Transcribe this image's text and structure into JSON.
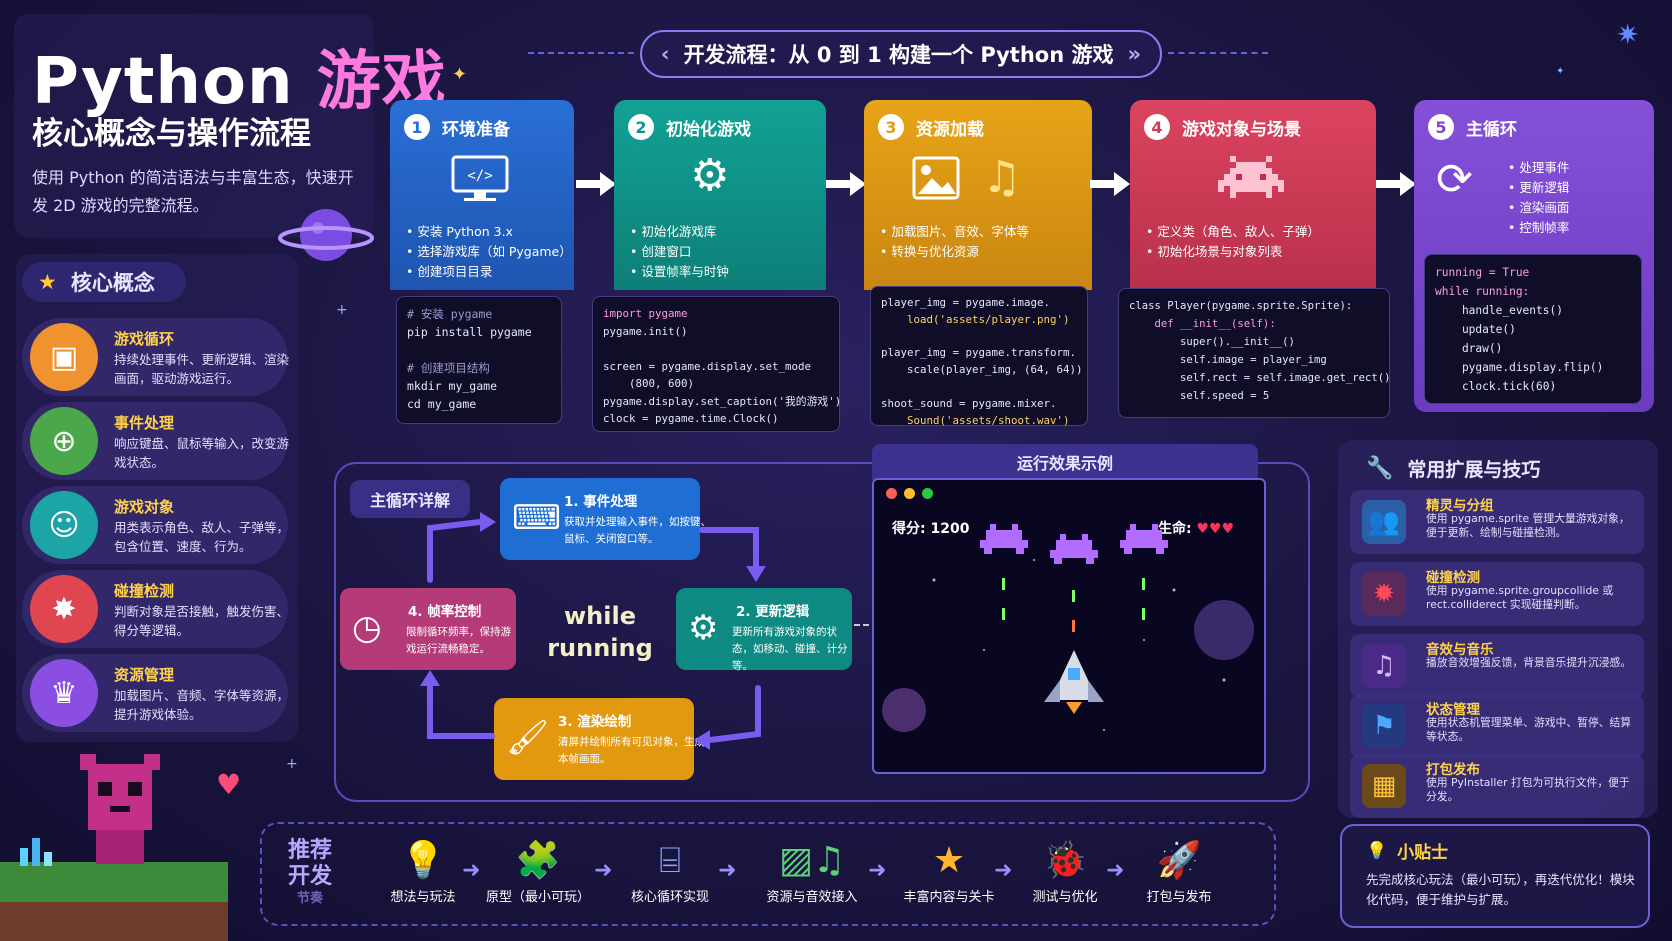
{
  "title": {
    "python": "Python",
    "game": "游戏",
    "subtitle": "核心概念与操作流程",
    "desc": "使用 Python 的简洁语法与丰富生态，快速开发 2D 游戏的完整流程。"
  },
  "header": {
    "text": "开发流程：从 0 到 1 构建一个 Python 游戏"
  },
  "core": {
    "heading": "核心概念",
    "items": [
      {
        "name": "游戏循环",
        "desc": "持续处理事件、更新逻辑、渲染画面，驱动游戏运行。"
      },
      {
        "name": "事件处理",
        "desc": "响应键盘、鼠标等输入，改变游戏状态。"
      },
      {
        "name": "游戏对象",
        "desc": "用类表示角色、敌人、子弹等，包含位置、速度、行为。"
      },
      {
        "name": "碰撞检测",
        "desc": "判断对象是否接触，触发伤害、得分等逻辑。"
      },
      {
        "name": "资源管理",
        "desc": "加载图片、音频、字体等资源，提升游戏体验。"
      }
    ]
  },
  "steps": [
    {
      "num": "1",
      "title": "环境准备",
      "bullets": [
        "• 安装 Python 3.x",
        "• 选择游戏库（如 Pygame）",
        "• 创建项目目录"
      ]
    },
    {
      "num": "2",
      "title": "初始化游戏",
      "bullets": [
        "• 初始化游戏库",
        "• 创建窗口",
        "• 设置帧率与时钟"
      ]
    },
    {
      "num": "3",
      "title": "资源加载",
      "bullets": [
        "• 加载图片、音效、字体等",
        "• 转换与优化资源"
      ]
    },
    {
      "num": "4",
      "title": "游戏对象与场景",
      "bullets": [
        "• 定义类（角色、敌人、子弹）",
        "• 初始化场景与对象列表"
      ]
    },
    {
      "num": "5",
      "title": "主循环",
      "bullets": [
        "• 处理事件",
        "• 更新逻辑",
        "• 渲染画面",
        "• 控制帧率"
      ]
    }
  ],
  "code": {
    "c1": [
      "# 安装 pygame",
      "pip install pygame",
      "",
      "# 创建项目结构",
      "mkdir my_game",
      "cd my_game"
    ],
    "c2": [
      "import pygame",
      "pygame.init()",
      "",
      "screen = pygame.display.set_mode",
      "    (800, 600)",
      "pygame.display.set_caption('我的游戏')",
      "clock = pygame.time.Clock()"
    ],
    "c3": [
      "player_img = pygame.image.",
      "    load('assets/player.png')",
      "",
      "player_img = pygame.transform.",
      "    scale(player_img, (64, 64))",
      "",
      "shoot_sound = pygame.mixer.",
      "    Sound('assets/shoot.wav')"
    ],
    "c4": [
      "class Player(pygame.sprite.Sprite):",
      "    def __init__(self):",
      "        super().__init__()",
      "        self.image = player_img",
      "        self.rect = self.image.get_rect()",
      "        self.speed = 5"
    ],
    "c5": [
      "running = True",
      "while running:",
      "    handle_events()",
      "    update()",
      "    draw()",
      "    pygame.display.flip()",
      "    clock.tick(60)"
    ]
  },
  "loop": {
    "heading": "主循环详解",
    "center": [
      "while",
      "running"
    ],
    "steps": [
      {
        "name": "1. 事件处理",
        "desc": "获取并处理输入事件，如按键、鼠标、关闭窗口等。"
      },
      {
        "name": "2. 更新逻辑",
        "desc": "更新所有游戏对象的状态，如移动、碰撞、计分等。"
      },
      {
        "name": "3. 渲染绘制",
        "desc": "清屏并绘制所有可见对象，生成本帧画面。"
      },
      {
        "name": "4. 帧率控制",
        "desc": "限制循环频率，保持游戏运行流畅稳定。"
      }
    ]
  },
  "preview": {
    "heading": "运行效果示例",
    "score": "得分: 1200",
    "life": "生命:",
    "hearts": "♥♥♥"
  },
  "extensions": {
    "heading": "常用扩展与技巧",
    "items": [
      {
        "name": "精灵与分组",
        "desc": "使用 pygame.sprite 管理大量游戏对象，便于更新、绘制与碰撞检测。"
      },
      {
        "name": "碰撞检测",
        "desc": "使用 pygame.sprite.groupcollide 或 rect.colliderect 实现碰撞判断。"
      },
      {
        "name": "音效与音乐",
        "desc": "播放音效增强反馈，背景音乐提升沉浸感。"
      },
      {
        "name": "状态管理",
        "desc": "使用状态机管理菜单、游戏中、暂停、结算等状态。"
      },
      {
        "name": "打包发布",
        "desc": "使用 PyInstaller 打包为可执行文件，便于分发。"
      }
    ]
  },
  "tip": {
    "heading": "小贴士",
    "text": "先完成核心玩法（最小可玩），再迭代优化！模块化代码，便于维护与扩展。"
  },
  "flow": {
    "label": [
      "推荐",
      "开发"
    ],
    "sub": "节奏",
    "items": [
      "想法与玩法",
      "原型（最小可玩）",
      "核心循环实现",
      "资源与音效接入",
      "丰富内容与关卡",
      "测试与优化",
      "打包与发布"
    ]
  },
  "colors": {
    "step1": "#2a6fd6",
    "step2": "#11948a",
    "step3": "#e09a14",
    "step4": "#d43c55",
    "step5": "#7b47cf"
  }
}
